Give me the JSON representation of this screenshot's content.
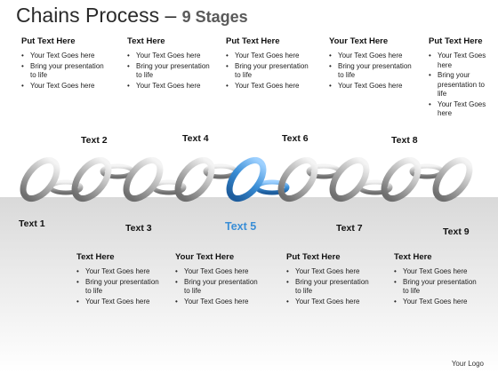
{
  "title": {
    "main": "Chains Process",
    "dash": "–",
    "sub": "9 Stages"
  },
  "top_blocks": [
    {
      "heading": "Put Text Here",
      "bullets": [
        "Your Text Goes here",
        "Bring your presentation to life",
        "Your Text Goes here"
      ]
    },
    {
      "heading": "Text Here",
      "bullets": [
        "Your Text Goes here",
        "Bring your presentation to life",
        "Your Text Goes here"
      ]
    },
    {
      "heading": "Put Text Here",
      "bullets": [
        "Your Text Goes here",
        "Bring your presentation to life",
        "Your Text Goes here"
      ]
    },
    {
      "heading": "Your Text Here",
      "bullets": [
        "Your Text Goes here",
        "Bring your presentation to life",
        "Your Text Goes here"
      ]
    },
    {
      "heading": "Put Text Here",
      "bullets": [
        "Your Text Goes here",
        "Bring your presentation to life",
        "Your Text Goes here"
      ]
    }
  ],
  "bottom_blocks": [
    {
      "heading": "Text Here",
      "bullets": [
        "Your Text Goes here",
        "Bring your presentation to life",
        "Your Text Goes here"
      ]
    },
    {
      "heading": "Your Text Here",
      "bullets": [
        "Your Text Goes here",
        "Bring your presentation to life",
        "Your Text Goes here"
      ]
    },
    {
      "heading": "Put Text Here",
      "bullets": [
        "Your Text Goes here",
        "Bring your presentation to life",
        "Your Text Goes here"
      ]
    },
    {
      "heading": "Text Here",
      "bullets": [
        "Your Text Goes here",
        "Bring your presentation to life",
        "Your Text Goes here"
      ]
    }
  ],
  "stages": [
    "Text 1",
    "Text 2",
    "Text 3",
    "Text 4",
    "Text 5",
    "Text 6",
    "Text 7",
    "Text 8",
    "Text 9"
  ],
  "highlight_stage": 5,
  "colors": {
    "highlight": "#3a8ed6",
    "chain_silver": "#9a9a9a"
  },
  "logo": "Your Logo"
}
